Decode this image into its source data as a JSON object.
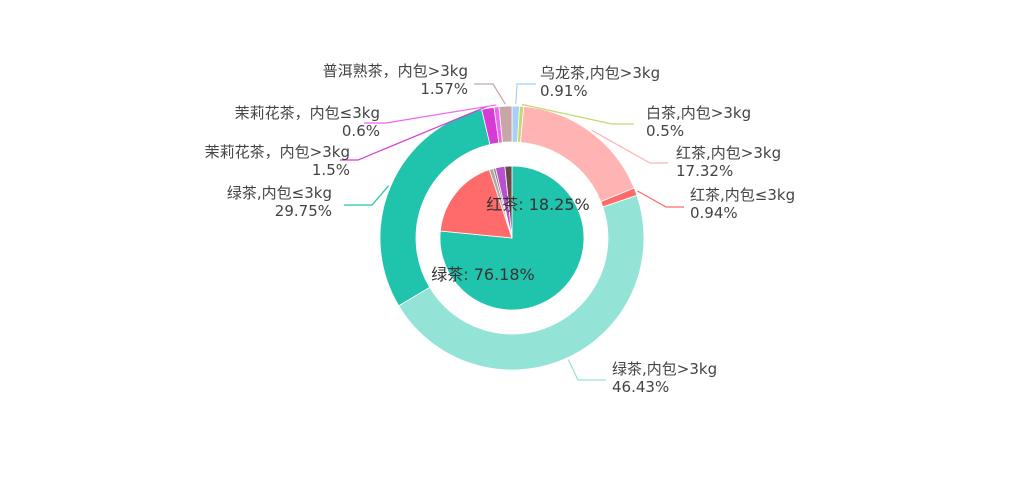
{
  "chart_data": {
    "type": "pie",
    "variant": "nested-donut",
    "inner": [
      {
        "name": "绿茶",
        "value": 76.18,
        "label": "绿茶: 76.18%",
        "color": "#20c3ab"
      },
      {
        "name": "红茶",
        "value": 18.25,
        "label": "红茶: 18.25%",
        "color": "#ff6a6a"
      },
      {
        "name": "乌龙茶",
        "value": 0.91,
        "color": "#a9a9a9"
      },
      {
        "name": "白茶",
        "value": 0.5,
        "color": "#8e7c6f"
      },
      {
        "name": "茉莉花茶",
        "value": 2.1,
        "color": "#b94fd1"
      },
      {
        "name": "普洱熟茶",
        "value": 1.57,
        "color": "#6a4a4a"
      }
    ],
    "outer": [
      {
        "name": "乌龙茶,内包>3kg",
        "pct": "0.91%",
        "value": 0.91,
        "color": "#a9cff2"
      },
      {
        "name": "白茶,内包>3kg",
        "pct": "0.5%",
        "value": 0.5,
        "color": "#c5d86d"
      },
      {
        "name": "红茶,内包>3kg",
        "pct": "17.32%",
        "value": 17.32,
        "color": "#ffb3b3"
      },
      {
        "name": "红茶,内包≤3kg",
        "pct": "0.94%",
        "value": 0.94,
        "color": "#ff6a6a"
      },
      {
        "name": "绿茶,内包>3kg",
        "pct": "46.43%",
        "value": 46.43,
        "color": "#93e3d6"
      },
      {
        "name": "绿茶,内包≤3kg",
        "pct": "29.75%",
        "value": 29.75,
        "color": "#20c3ab"
      },
      {
        "name": "茉莉花茶，内包>3kg",
        "pct": "1.5%",
        "value": 1.5,
        "color": "#d63bd6"
      },
      {
        "name": "茉莉花茶，内包≤3kg",
        "pct": "0.6%",
        "value": 0.6,
        "color": "#ee66ee"
      },
      {
        "name": "普洱熟茶，内包>3kg",
        "pct": "1.57%",
        "value": 1.57,
        "color": "#c7a6a6"
      }
    ]
  }
}
